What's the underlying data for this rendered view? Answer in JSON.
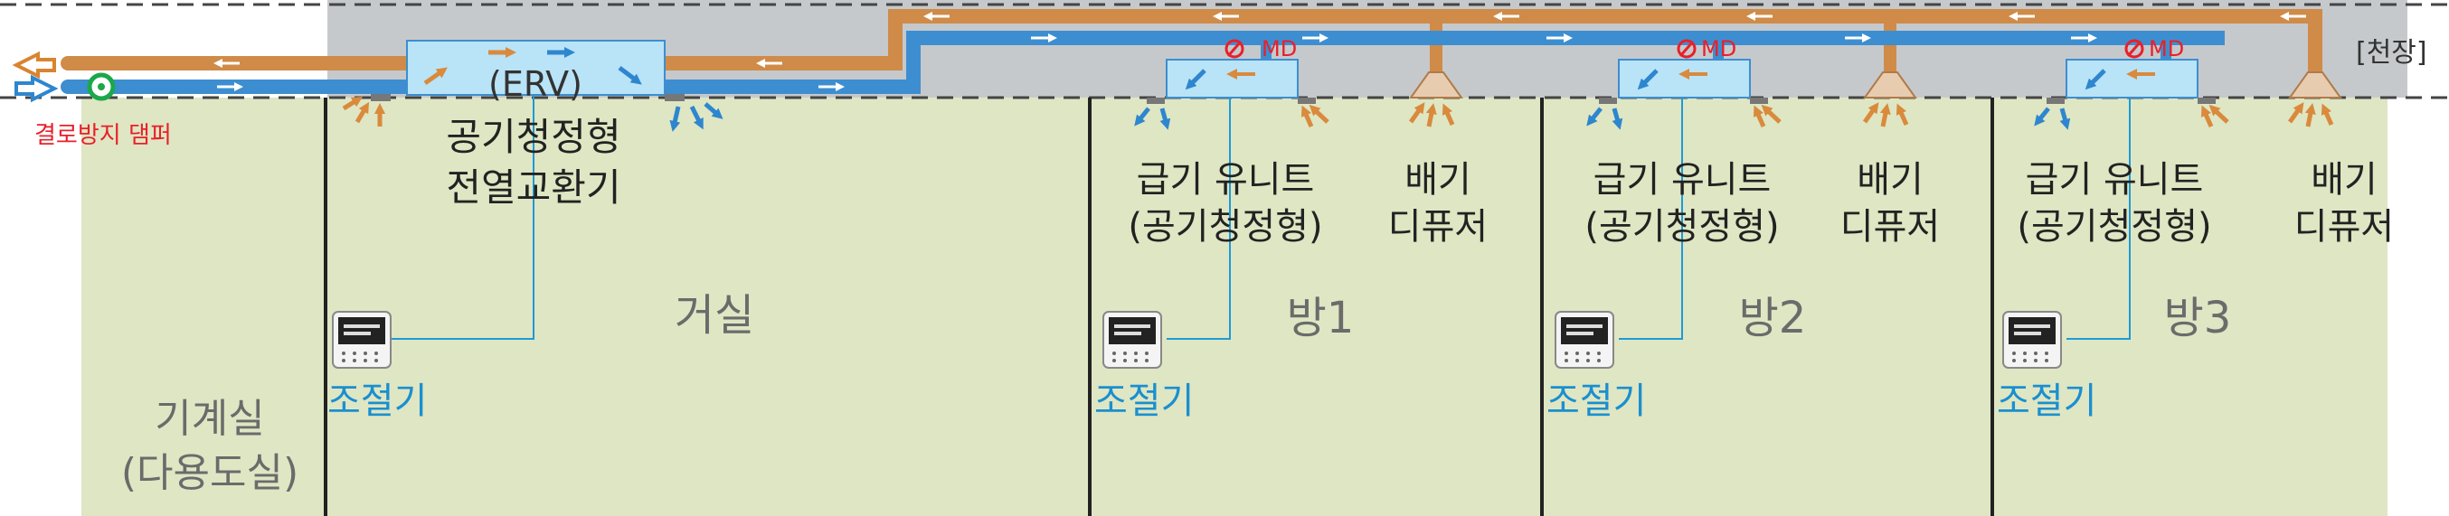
{
  "labels": {
    "ceiling": "[천장]",
    "damper": "결로방지 댐퍼",
    "erv_tag": "(ERV)",
    "erv_line1": "공기청정형",
    "erv_line2": "전열교환기",
    "living": "거실",
    "machine_line1": "기계실",
    "machine_line2": "(다용도실)",
    "controller": "조절기",
    "supply_line1": "급기 유니트",
    "supply_line2": "(공기청정형)",
    "exhaust_line1": "배기",
    "exhaust_line2": "디퓨저",
    "md": "MD"
  },
  "rooms": [
    {
      "name": "방1"
    },
    {
      "name": "방2"
    },
    {
      "name": "방3"
    }
  ],
  "colors": {
    "room_fill": "#dfe6c3",
    "ceiling_fill": "#c6c9cc",
    "exhaust_duct": "#cf8b47",
    "supply_duct": "#3d8ed0",
    "unit_fill": "#b9e3f7",
    "accent_red": "#e8202a",
    "damper_green": "#1aa84a",
    "control_wire": "#1d9bd7",
    "label_text": "#404040",
    "controller_text": "#1a8fd0"
  }
}
